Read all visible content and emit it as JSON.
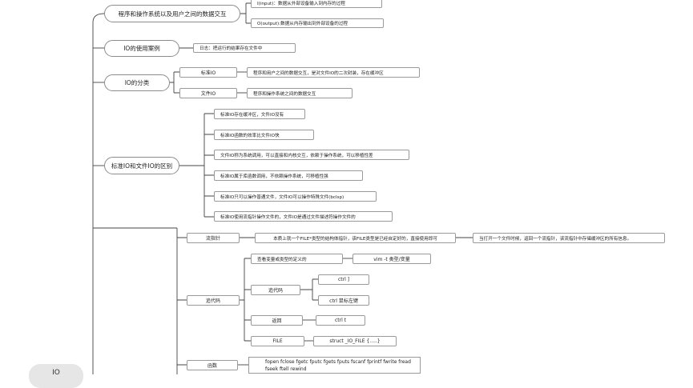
{
  "root": "IO",
  "l1": {
    "interaction": "程序和操作系统以及用户之间的数据交互",
    "usage": "IO的使用案例",
    "types": "IO的分类",
    "diff": "标准IO和文件IO的区别"
  },
  "interaction_children": {
    "input": "I(input)：数据从外部设备输入到内存的过程",
    "output": "O(output):数据从内存输出到外部设备的过程"
  },
  "usage_children": {
    "log": "日志：把运行的结果存在文件中"
  },
  "types_children": {
    "std_io": "标准IO",
    "std_io_desc": "程序和用户之间的数据交互，是对文件IO的二次封装，存在缓冲区",
    "file_io": "文件IO",
    "file_io_desc": "程序和操作系统之间的数据交互"
  },
  "diff_children": [
    "标准IO存在缓冲区，文件IO没有",
    "标准IO函数的效率比文件IO快",
    "文件IO称为系统调用，可以直接和内核交互，依赖于操作系统，可以移植性差",
    "标准IO属于库函数调用，不依赖操作系统，可移植性强",
    "标准IO只可以操作普通文件，文件IO可以操作特殊文件(bclsp)",
    "标准IO使用流指针操作文件的，文件IO是通过文件描述符操作文件的"
  ],
  "stream": {
    "label": "流指针",
    "desc": "本质上就一个FILE*类型的结构体指针，该FILE类型是已经自定好的，直接使用即可",
    "detail": "当打开一个文件时候，返回一个流指针，该流指针中存储缓冲区的所有信息。"
  },
  "trace": {
    "label": "追代码",
    "view_type": "查看变量或类型的定义的",
    "vim_cmd": "vim -t  类型/变量",
    "trace_code": "追代码",
    "ctrl_bracket": "ctrl ]",
    "ctrl_click": "ctrl  鼠标左键",
    "back": "返回",
    "ctrl_t": "ctrl t",
    "file": "FILE",
    "file_struct": "struct _IO_FILE {.....}"
  },
  "funcs": {
    "label": "函数",
    "line1": "fopen  fclose fgetc fputc fgets fputs fscanf fprintf fwrite fread",
    "line2": "fseek  ftell rewind"
  }
}
